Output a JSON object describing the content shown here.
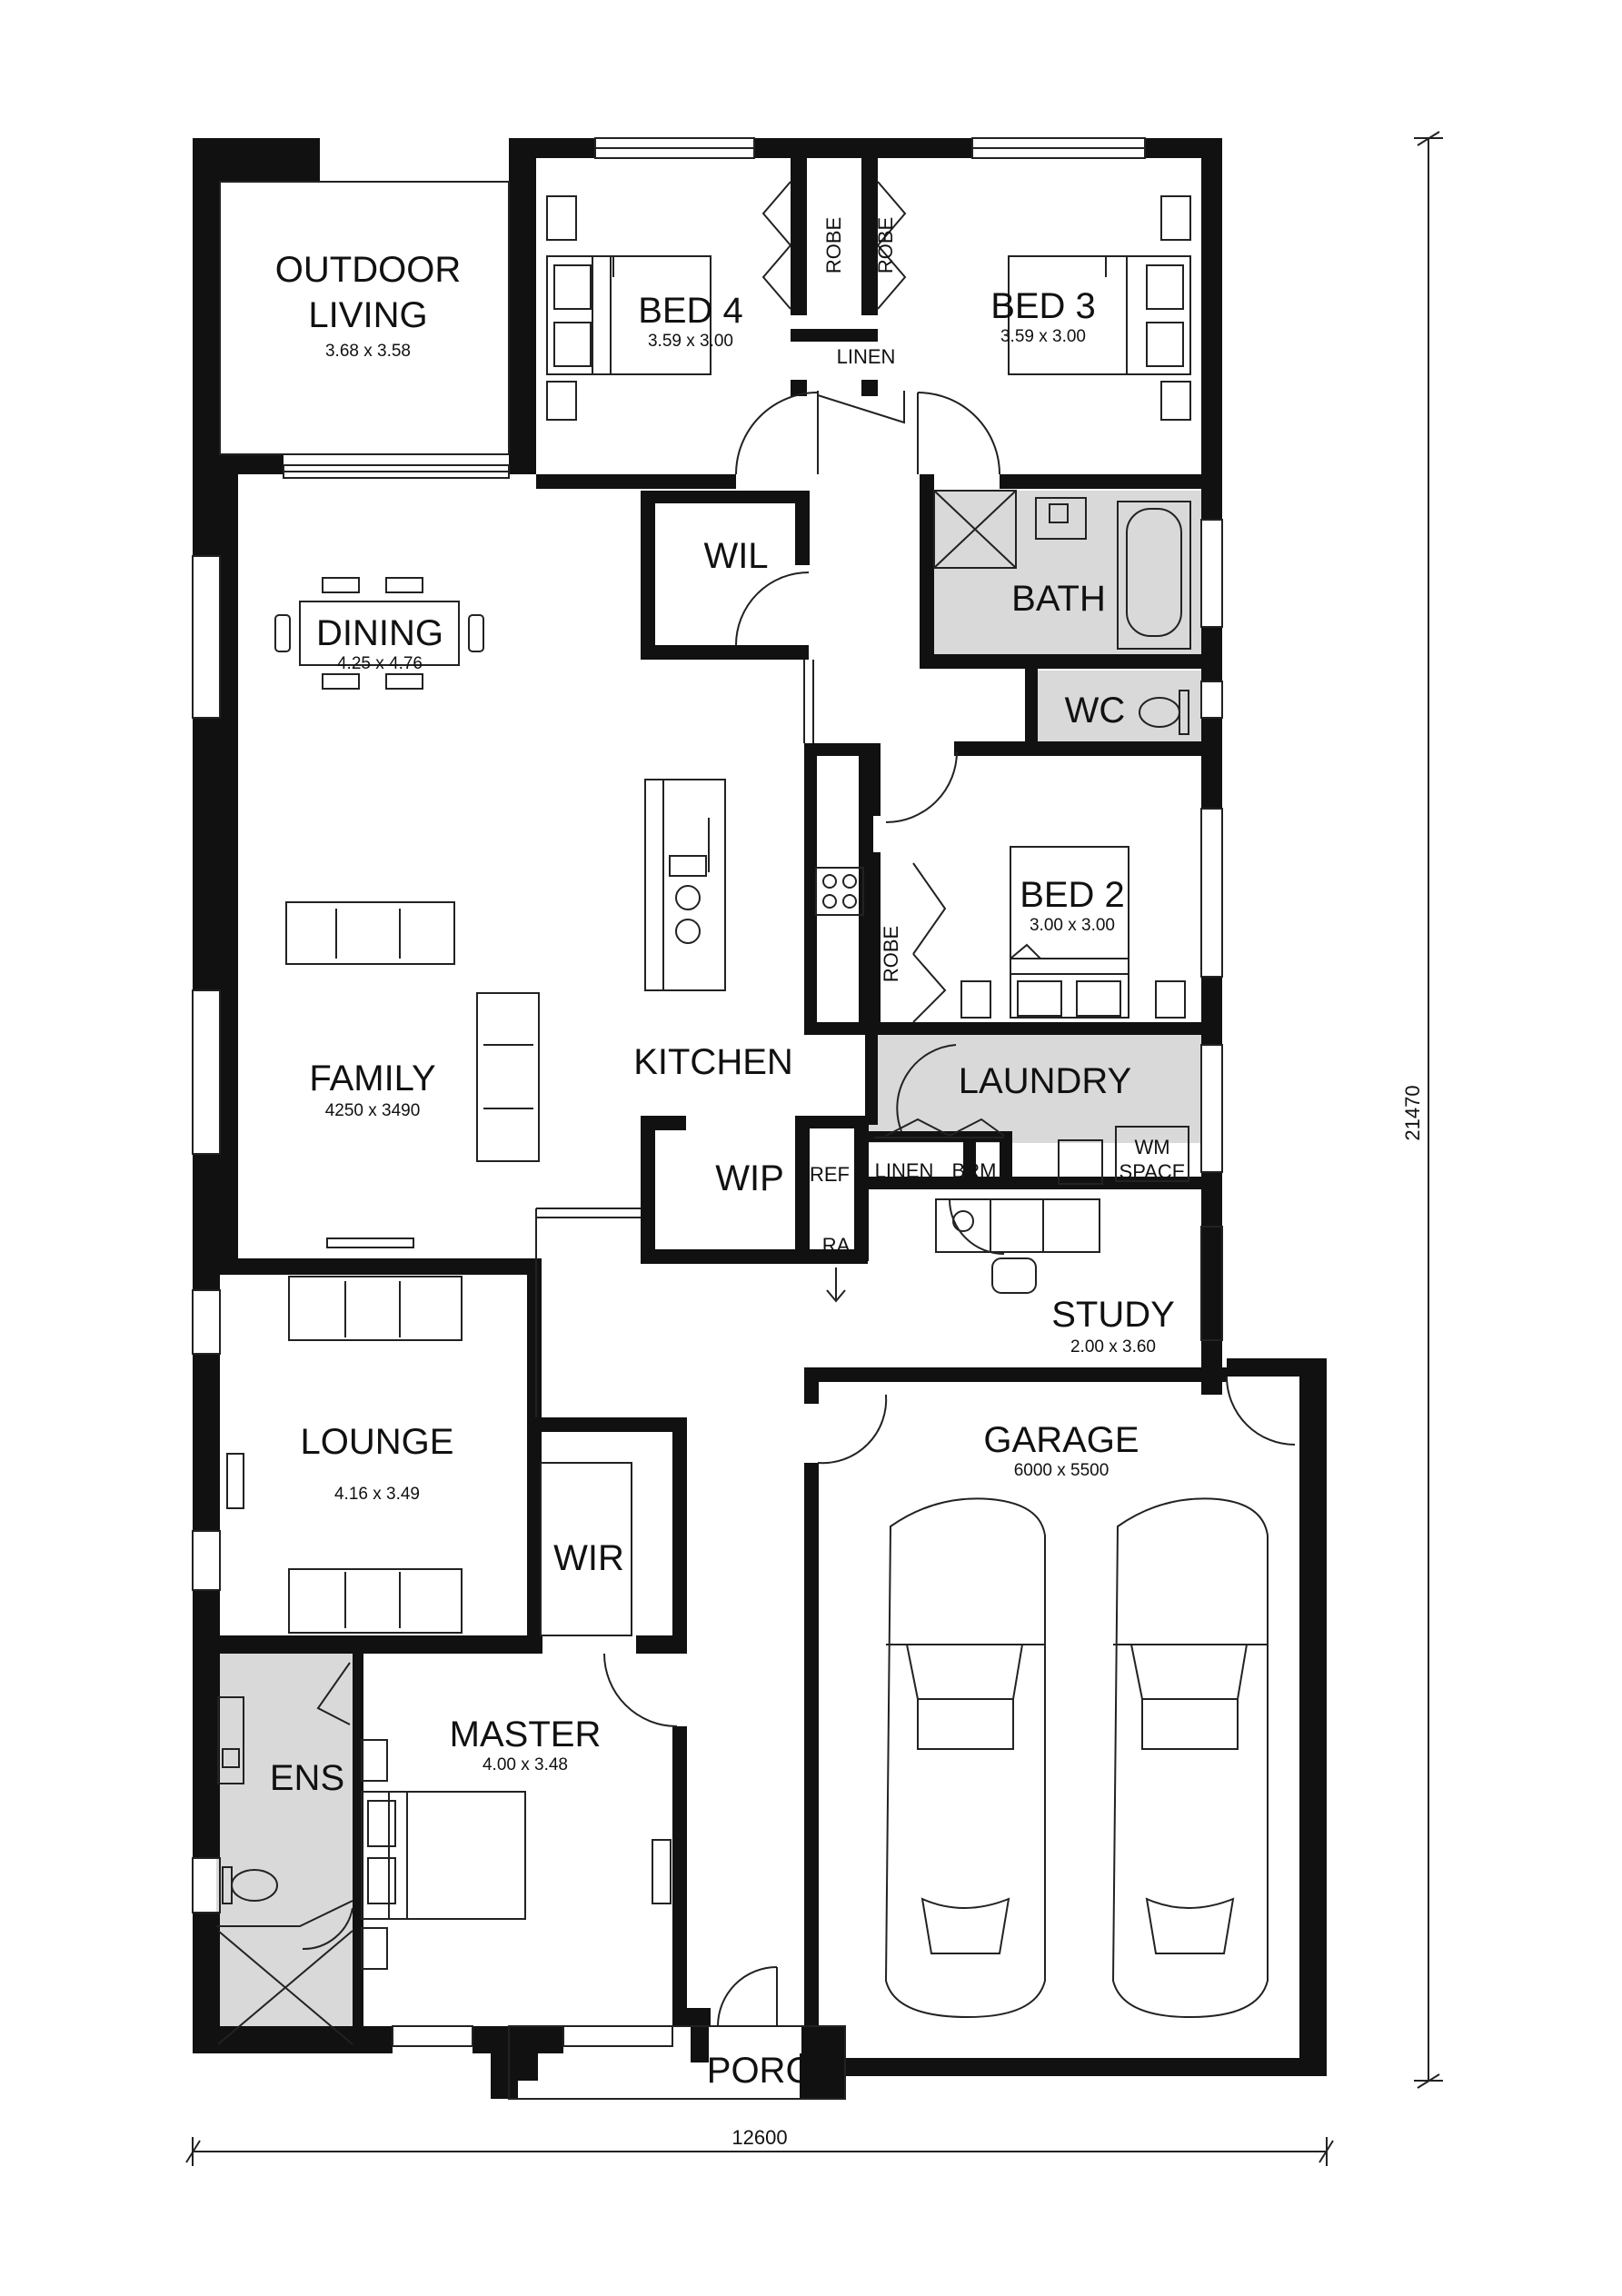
{
  "rooms": {
    "outdoor_living": {
      "name1": "OUTDOOR",
      "name2": "LIVING",
      "size": "3.68 x 3.58"
    },
    "bed4": {
      "name": "BED 4",
      "size": "3.59 x 3.00"
    },
    "bed3": {
      "name": "BED 3",
      "size": "3.59 x 3.00"
    },
    "robe": "ROBE",
    "linen": "LINEN",
    "wil": "WIL",
    "bath": "BATH",
    "wc": "WC",
    "dining": {
      "name": "DINING",
      "size": "4.25 x 4.76"
    },
    "bed2": {
      "name": "BED 2",
      "size": "3.00 x 3.00"
    },
    "family": {
      "name": "FAMILY",
      "size": "4250 x 3490"
    },
    "kitchen": "KITCHEN",
    "laundry": "LAUNDRY",
    "wip": "WIP",
    "ref": "REF",
    "ra": "RA",
    "brm": "BRM",
    "wm1": "WM",
    "wm2": "SPACE",
    "study": {
      "name": "STUDY",
      "size": "2.00 x 3.60"
    },
    "lounge": {
      "name": "LOUNGE",
      "size": "4.16 x 3.49"
    },
    "garage": {
      "name": "GARAGE",
      "size": "6000 x 5500"
    },
    "wir": "WIR",
    "master": {
      "name": "MASTER",
      "size": "4.00 x 3.48"
    },
    "ens": "ENS",
    "porch": "PORCH"
  },
  "dimensions": {
    "overall_width": "12600",
    "overall_depth": "21470"
  },
  "colors": {
    "wall": "#111111",
    "wet_area": "#d9d9d9",
    "line": "#222222"
  }
}
